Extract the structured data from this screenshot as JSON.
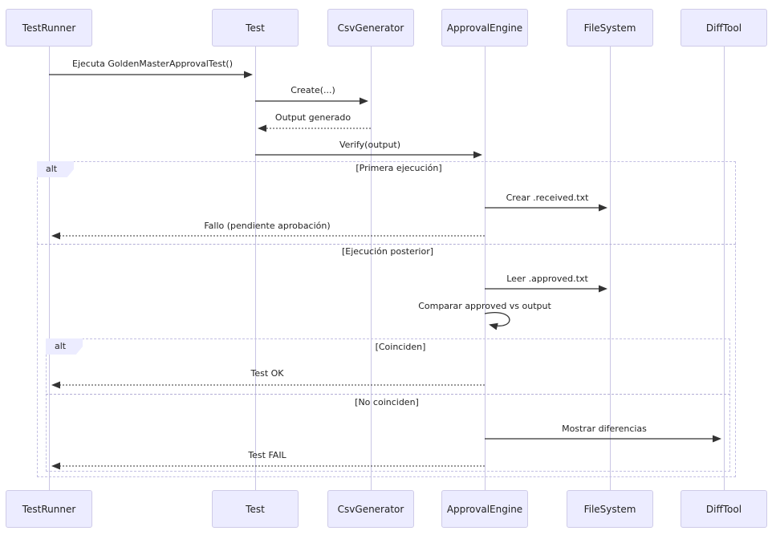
{
  "colors": {
    "participant_fill": "#ECECFF",
    "participant_border": "#CFCBE8",
    "lifeline": "#C9C5E4",
    "arrow": "#333333",
    "frame_border": "#C3BFE3",
    "text": "#1F1F1F"
  },
  "diagram": {
    "type": "sequence",
    "participants": [
      "TestRunner",
      "Test",
      "CsvGenerator",
      "ApprovalEngine",
      "FileSystem",
      "DiffTool"
    ],
    "messages": [
      {
        "text": "Ejecuta GoldenMasterApprovalTest()",
        "from": "TestRunner",
        "to": "Test",
        "style": "solid"
      },
      {
        "text": "Create(...)",
        "from": "Test",
        "to": "CsvGenerator",
        "style": "solid"
      },
      {
        "text": "Output generado",
        "from": "CsvGenerator",
        "to": "Test",
        "style": "dashed"
      },
      {
        "text": "Verify(output)",
        "from": "Test",
        "to": "ApprovalEngine",
        "style": "solid"
      },
      {
        "text": "Crear .received.txt",
        "from": "ApprovalEngine",
        "to": "FileSystem",
        "style": "solid"
      },
      {
        "text": "Fallo (pendiente aprobación)",
        "from": "ApprovalEngine",
        "to": "TestRunner",
        "style": "dashed"
      },
      {
        "text": "Leer .approved.txt",
        "from": "ApprovalEngine",
        "to": "FileSystem",
        "style": "solid"
      },
      {
        "text": "Comparar approved vs output",
        "from": "ApprovalEngine",
        "to": "ApprovalEngine",
        "style": "self"
      },
      {
        "text": "Test OK",
        "from": "ApprovalEngine",
        "to": "TestRunner",
        "style": "dashed"
      },
      {
        "text": "Mostrar diferencias",
        "from": "ApprovalEngine",
        "to": "DiffTool",
        "style": "solid"
      },
      {
        "text": "Test FAIL",
        "from": "ApprovalEngine",
        "to": "TestRunner",
        "style": "dashed"
      }
    ],
    "frames": [
      {
        "operator": "alt",
        "sections": [
          "[Primera ejecución]",
          "[Ejecución posterior]"
        ]
      },
      {
        "operator": "alt",
        "sections": [
          "[Coinciden]",
          "[No coinciden]"
        ]
      }
    ]
  }
}
